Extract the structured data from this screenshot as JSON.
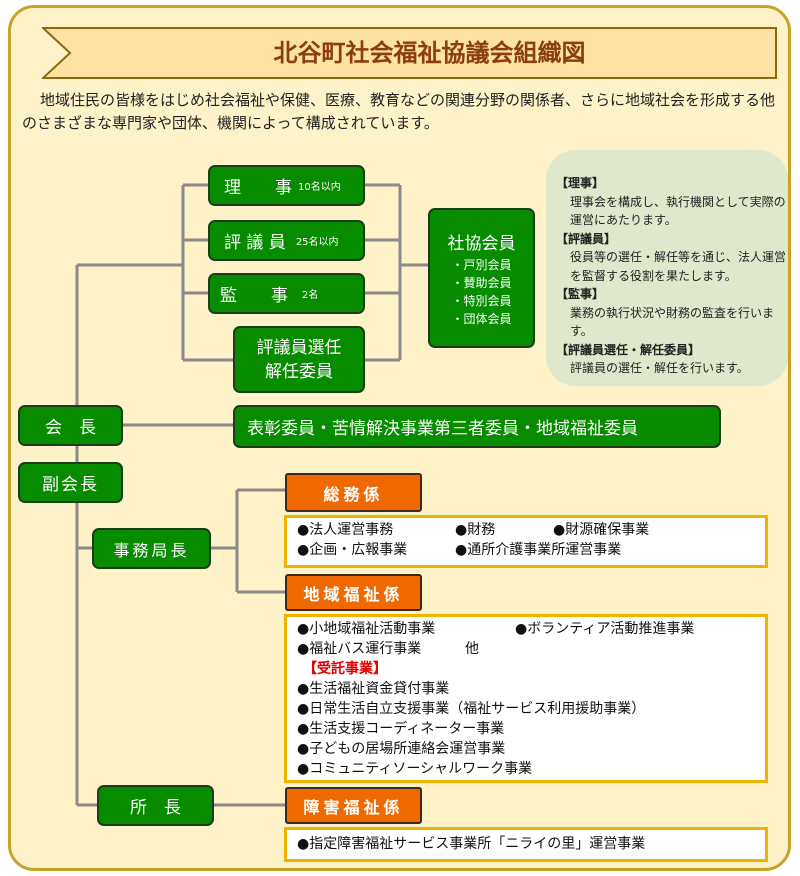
{
  "title": "北谷町社会福祉協議会組織図",
  "intro": "地域住民の皆様をはじめ社会福祉や保健、医療、教育などの関連分野の関係者、さらに地域社会を形成する他のさまざまな専門家や団体、機関によって構成されています。",
  "board": {
    "riji": {
      "label": "理　　事",
      "count": "10名以内"
    },
    "hyogiin": {
      "label": "評 議 員",
      "count": "25名以内"
    },
    "kanji": {
      "label": "監　　事",
      "count": "2名"
    },
    "senin": {
      "line1": "評議員選任",
      "line2": "解任委員"
    }
  },
  "members": {
    "title": "社協会員",
    "items": [
      "・戸別会員",
      "・賛助会員",
      "・特別会員",
      "・団体会員"
    ]
  },
  "chair": "会　長",
  "committees": "表彰委員・苦情解決事業第三者委員・地域福祉委員",
  "vice_chair": "副会長",
  "secretary_general": "事務局長",
  "director": "所　長",
  "sections": {
    "somu": {
      "label": "総務係",
      "items": [
        "●法人運営事務",
        "●財務",
        "●財源確保事業",
        "●企画・広報事業",
        "●通所介護事業所運営事業"
      ]
    },
    "chiiki": {
      "label": "地域福祉係",
      "items": [
        "●小地域福祉活動事業",
        "●ボランティア活動推進事業",
        "●福祉バス運行事業",
        "他"
      ],
      "consigned_heading": "【受託事業】",
      "consigned": [
        "●生活福祉資金貸付事業",
        "●日常生活自立支援事業（福祉サービス利用援助事業）",
        "●生活支援コーディネーター事業",
        "●子どもの居場所連絡会運営事業",
        "●コミュニティソーシャルワーク事業"
      ]
    },
    "shogai": {
      "label": "障害福祉係",
      "items": [
        "●指定障害福祉サービス事業所「ニライの里」運営事業"
      ]
    }
  },
  "info": [
    {
      "heading": "【理事】",
      "body": "理事会を構成し、執行機関として実際の運営にあたります。"
    },
    {
      "heading": "【評議員】",
      "body": "役員等の選任・解任等を通じ、法人運営を監督する役割を果たします。"
    },
    {
      "heading": "【監事】",
      "body": "業務の執行状況や財務の監査を行います。"
    },
    {
      "heading": "【評議員選任・解任委員】",
      "body": "評議員の選任・解任を行います。"
    }
  ],
  "colors": {
    "green": "#078c00",
    "orange": "#f06800",
    "frame": "#c9a227",
    "bg": "#fdf2c8",
    "info_bg": "#dfe8cc",
    "accent_red": "#e00000"
  }
}
